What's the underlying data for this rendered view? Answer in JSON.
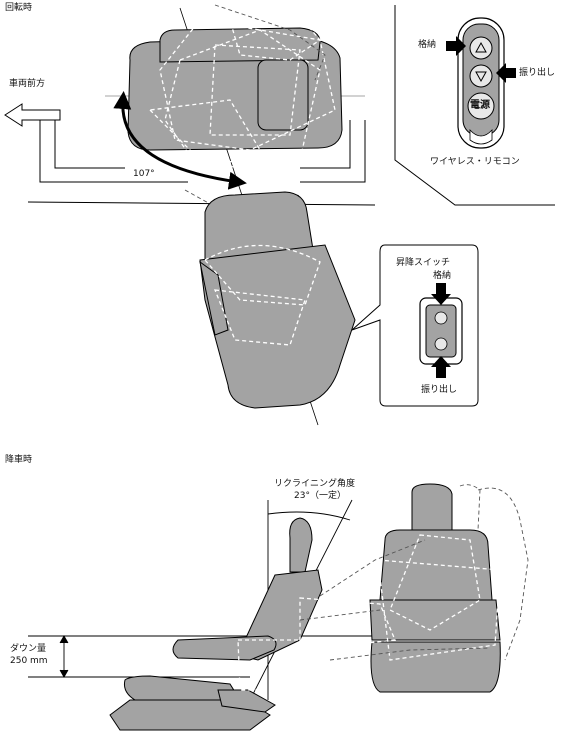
{
  "section_rotation": {
    "heading": "回転時"
  },
  "vehicle_front": {
    "label": "車両前方"
  },
  "rotation_angle": {
    "value": "107°"
  },
  "remote": {
    "stow_label": "格納",
    "swing_out_label": "振り出し",
    "power_button": "電源",
    "caption": "ワイヤレス・リモコン"
  },
  "lift_switch": {
    "title": "昇降スイッチ",
    "stow_label": "格納",
    "swing_out_label": "振り出し"
  },
  "section_lowering": {
    "heading": "降車時"
  },
  "recline": {
    "label": "リクライニング角度",
    "value": "23°（一定）"
  },
  "down_amount": {
    "label": "ダウン量",
    "value": "250 mm"
  },
  "colors": {
    "seat_fill": "#a3a3a3",
    "seat_outline": "#000000",
    "dashed_outline": "#ffffff"
  }
}
